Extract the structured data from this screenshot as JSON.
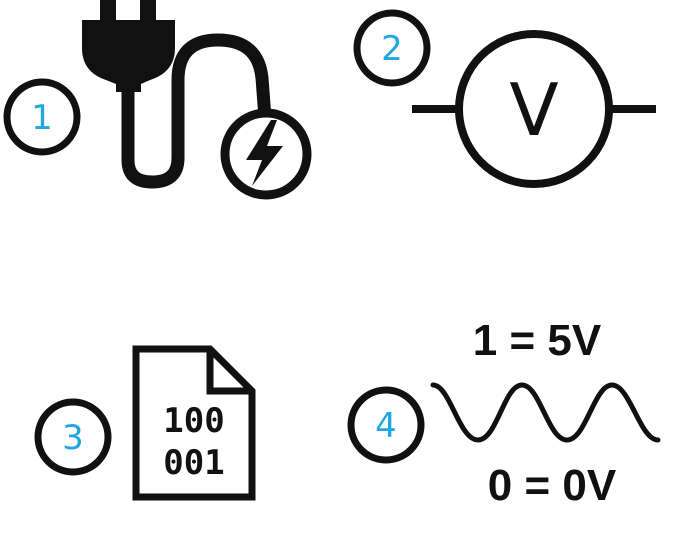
{
  "panels": [
    {
      "number": "1",
      "icon": "power-plug-icon"
    },
    {
      "number": "2",
      "icon": "voltmeter-icon",
      "symbol": "V"
    },
    {
      "number": "3",
      "icon": "binary-file-icon",
      "bits": [
        "100",
        "001"
      ]
    },
    {
      "number": "4",
      "icon": "sine-wave-icon",
      "high_label": "1 = 5V",
      "low_label": "0 = 0V"
    }
  ],
  "colors": {
    "number": "#1fa8e0",
    "stroke": "#111111",
    "background": "#ffffff"
  }
}
